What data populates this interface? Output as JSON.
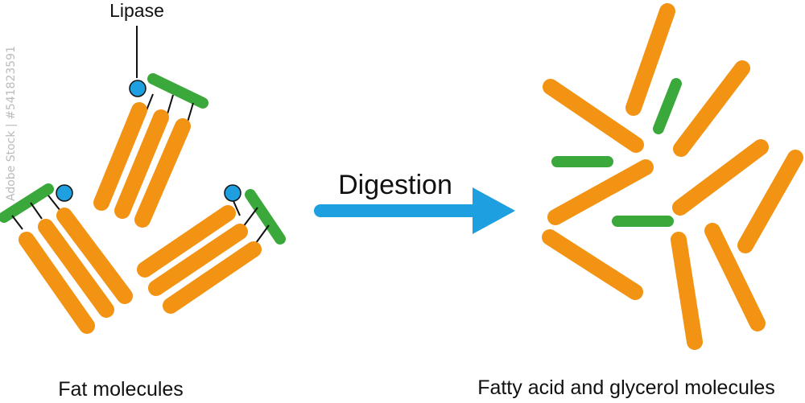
{
  "labels": {
    "lipase": "Lipase",
    "digestion": "Digestion",
    "fat_molecules": "Fat molecules",
    "products": "Fatty acid and glycerol molecules"
  },
  "watermark": "Adobe Stock | #541823591",
  "colors": {
    "fatty_acid": "#f39314",
    "glycerol": "#3aa83a",
    "lipase": "#1e9fe0",
    "arrow": "#1e9fe0",
    "bond": "#111111"
  }
}
